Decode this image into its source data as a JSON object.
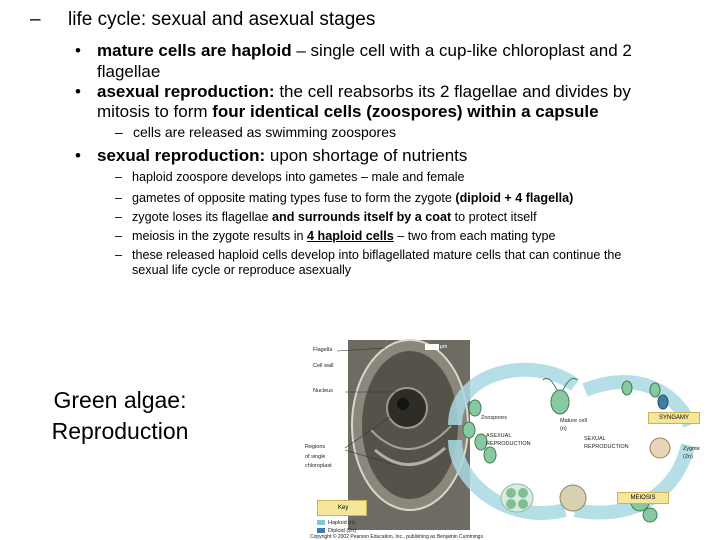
{
  "heading": {
    "dash": "–",
    "text": "life cycle: sexual and asexual stages"
  },
  "bullets": {
    "b1": {
      "mark": "•",
      "bold_a": "mature cells are haploid",
      "rest_a": " – single cell with a cup-like chloroplast and 2",
      "line2": "flagellae"
    },
    "b2": {
      "mark": "•",
      "bold_a": "asexual reproduction:",
      "rest_a": " the cell reabsorbs its 2 flagellae and divides by",
      "line2_a": "mitosis to form ",
      "line2_bold": "four identical cells (zoospores) within a capsule"
    },
    "b2_sub": {
      "dash": "–",
      "text": "cells are released as swimming zoospores"
    },
    "b3": {
      "mark": "•",
      "bold_a": "sexual reproduction:",
      "rest_a": " upon shortage of nutrients"
    }
  },
  "sub_items": [
    {
      "dash": "–",
      "text": "haploid zoospore develops into gametes – male and female"
    },
    {
      "dash": "–",
      "text_a": "gametes of opposite mating types fuse to form the zygote ",
      "bold": "(diploid + 4 flagella)"
    },
    {
      "dash": "–",
      "text_a": "zygote loses its flagellae ",
      "bold": "and surrounds itself by a coat",
      "text_b": " to protect itself"
    },
    {
      "dash": "–",
      "text_a": "meiosis in the zygote results in ",
      "underline": "4 haploid cells",
      "text_b": " – two from each mating type"
    },
    {
      "dash": "–",
      "text": "these released haploid cells develop into biflagellated mature cells that can continue the",
      "line2": "sexual life cycle or reproduce asexually"
    }
  ],
  "side_title": {
    "line1": "Green algae:",
    "line2": "Reproduction"
  },
  "figure": {
    "labels": {
      "flagella": "Flagella",
      "scale": "1 µm",
      "cell_wall": "Cell wall",
      "nucleus": "Nucleus",
      "regions_1": "Regions",
      "regions_2": "of single",
      "regions_3": "chloroplast",
      "zoospores": "Zoospores",
      "asexual_1": "ASEXUAL",
      "asexual_2": "REPRODUCTION",
      "mature_1": "Mature cell",
      "mature_2": "(n)",
      "sexual_1": "SEXUAL",
      "sexual_2": "REPRODUCTION",
      "syngamy": "SYNGAMY",
      "zygote_1": "Zygote",
      "zygote_2": "(2n)",
      "meiosis": "MEIOSIS",
      "key": "Key",
      "haploid": "Haploid (n)",
      "diploid": "Diploid (2n)",
      "copyright": "Copyright © 2002 Pearson Education, Inc., publishing as Benjamin Cummings"
    },
    "colors": {
      "cycle_arrow": "#a9d8e2",
      "key_box": "#f5e79a",
      "haploid": "#7fc6d9",
      "diploid": "#3e7fa0"
    }
  }
}
